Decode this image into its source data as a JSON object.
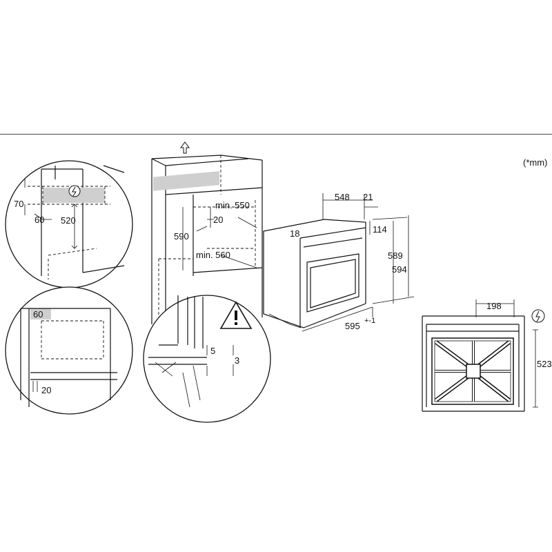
{
  "unit_note": "(*mm)",
  "dims": {
    "d70": "70",
    "d60a": "60",
    "d520": "520",
    "d590": "590",
    "min550": "min. 550",
    "d20a": "20",
    "min560": "min. 560",
    "d548": "548",
    "d21": "21",
    "d114": "114",
    "d18": "18",
    "d589": "589",
    "d594": "594",
    "d595": "595",
    "d595_sup": "+-1",
    "d60b": "60",
    "d20b": "20",
    "d5": "5",
    "d3": "3",
    "d198": "198",
    "d523": "523"
  },
  "icons": {
    "power": "power-connection-icon",
    "warning": "warning-triangle-icon",
    "up": "up-arrow-icon"
  }
}
